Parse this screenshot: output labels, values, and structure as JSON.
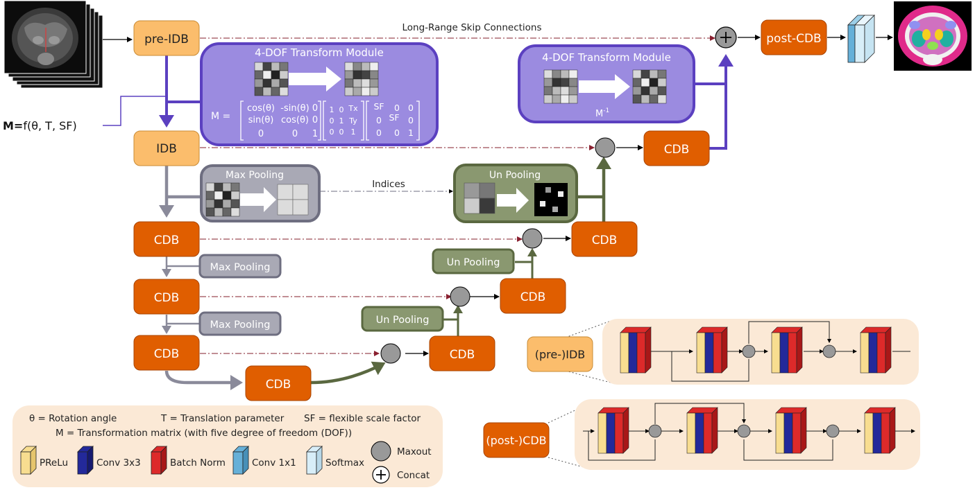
{
  "colors": {
    "idb_fill": "#fbbd6c",
    "idb_stroke": "#c98b35",
    "cdb_fill": "#e05e00",
    "cdb_stroke": "#a84400",
    "transform_fill": "#9b8be0",
    "transform_stroke": "#5b40c0",
    "pool_fill": "#a9a9b5",
    "pool_stroke": "#6e6e80",
    "unpool_fill": "#8a9870",
    "unpool_stroke": "#5a6840",
    "legend_bg": "#fbe9d6",
    "skip_line": "#9c4b55",
    "prelu": "#f8dd90",
    "conv3": "#23299a",
    "bnorm": "#dd2a2a",
    "conv1": "#66b0d8",
    "softmax": "#d8eef8",
    "maxout": "#999999"
  },
  "blocks": {
    "pre_idb": "pre-IDB",
    "idb": "IDB",
    "cdb": "CDB",
    "post_cdb": "post-CDB"
  },
  "input_formula": {
    "bold": "M=",
    "rest": "f(θ, T, SF)"
  },
  "skip_label": "Long-Range Skip Connections",
  "indices_label": "Indices",
  "transform_forward": {
    "title": "4-DOF Transform Module",
    "matrix_prefix": "M =",
    "rot": [
      [
        "cos(θ)",
        "-sin(θ)",
        "0"
      ],
      [
        "sin(θ)",
        "cos(θ)",
        "0"
      ],
      [
        "0",
        "0",
        "1"
      ]
    ],
    "trans": [
      [
        "1",
        "0",
        "Tx"
      ],
      [
        "0",
        "1",
        "Ty"
      ],
      [
        "0",
        "0",
        "1"
      ]
    ],
    "scale": [
      [
        "SF",
        "0",
        "0"
      ],
      [
        "0",
        "SF",
        "0"
      ],
      [
        "0",
        "0",
        "1"
      ]
    ]
  },
  "transform_inverse": {
    "title": "4-DOF Transform Module",
    "label_base": "M",
    "label_sup": "-1"
  },
  "max_pooling": "Max Pooling",
  "un_pooling": "Un Pooling",
  "legend": {
    "line1_a": "θ = Rotation angle",
    "line1_b": "T = Translation parameter",
    "line1_c": "SF = flexible scale factor",
    "line2": "M = Transformation matrix (with five degree of freedom (DOF))",
    "prelu": "PReLu",
    "conv3": "Conv 3x3",
    "bnorm": "Batch Norm",
    "conv1": "Conv 1x1",
    "softmax": "Softmax",
    "maxout": "Maxout",
    "concat": "Concat"
  },
  "detail_idb_label": "(pre-)IDB",
  "detail_cdb_label": "(post-)CDB"
}
